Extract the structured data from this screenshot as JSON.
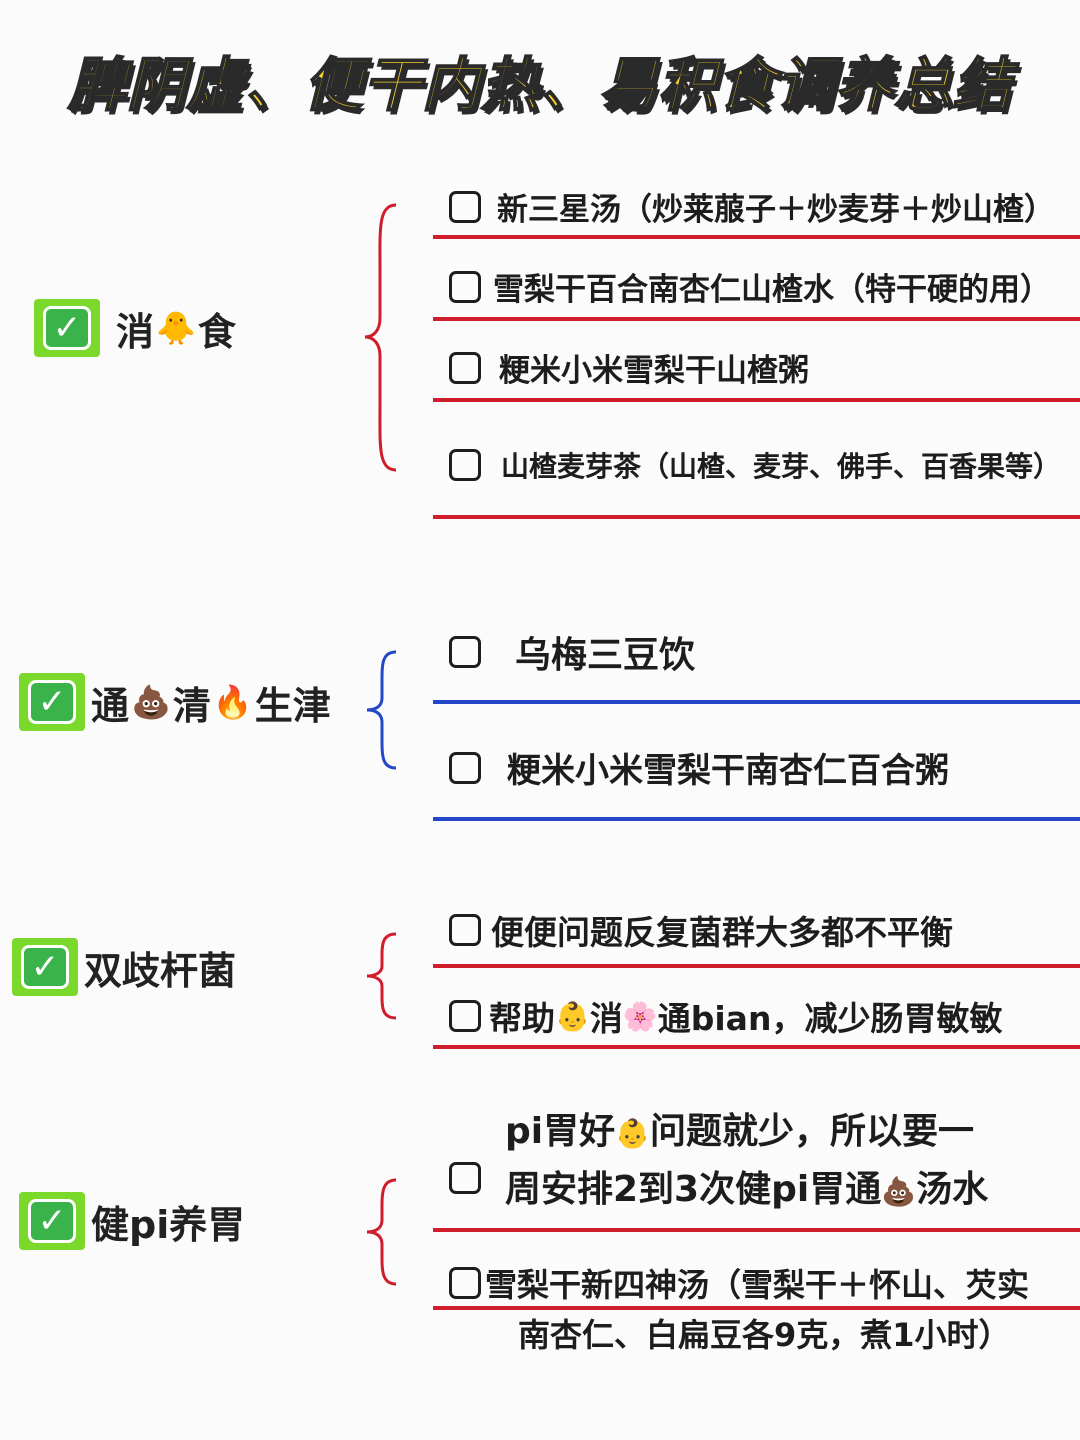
{
  "title": "脾阴虚、便干内热、易积食调养总结",
  "icons": {
    "check": "✓",
    "chick": "🐥",
    "poop": "💩",
    "fire": "🔥",
    "baby": "👶",
    "flower": "🌸"
  },
  "colors": {
    "red_line": "#d01d2c",
    "blue_line": "#2447c9",
    "check_bg": "#7bd92b",
    "title_fill": "#f7d229"
  },
  "sections": [
    {
      "category": {
        "part1": "消",
        "part2": "食"
      },
      "items": [
        "新三星汤（炒莱菔子＋炒麦芽＋炒山楂）",
        "雪梨干百合南杏仁山楂水（特干硬的用）",
        "粳米小米雪梨干山楂粥",
        "山楂麦芽茶（山楂、麦芽、佛手、百香果等）"
      ]
    },
    {
      "category": {
        "part1": "通",
        "part2": "清",
        "part3": "生津"
      },
      "items": [
        "乌梅三豆饮",
        "粳米小米雪梨干南杏仁百合粥"
      ]
    },
    {
      "category": {
        "label": "双歧杆菌"
      },
      "items": [
        "便便问题反复菌群大多都不平衡",
        {
          "part1": "帮助",
          "part2": "消",
          "part3": "通bian，减少肠胃敏敏"
        }
      ]
    },
    {
      "category": {
        "label": "健pi养胃"
      },
      "items": [
        {
          "line1_part1": "pi胃好",
          "line1_part2": "问题就少，所以要一",
          "line2_part1": "周安排2到3次健pi胃通",
          "line2_part2": "汤水"
        },
        {
          "line1": "雪梨干新四神汤（雪梨干＋怀山、芡实",
          "line2": "南杏仁、白扁豆各9克，煮1小时）"
        }
      ]
    }
  ]
}
